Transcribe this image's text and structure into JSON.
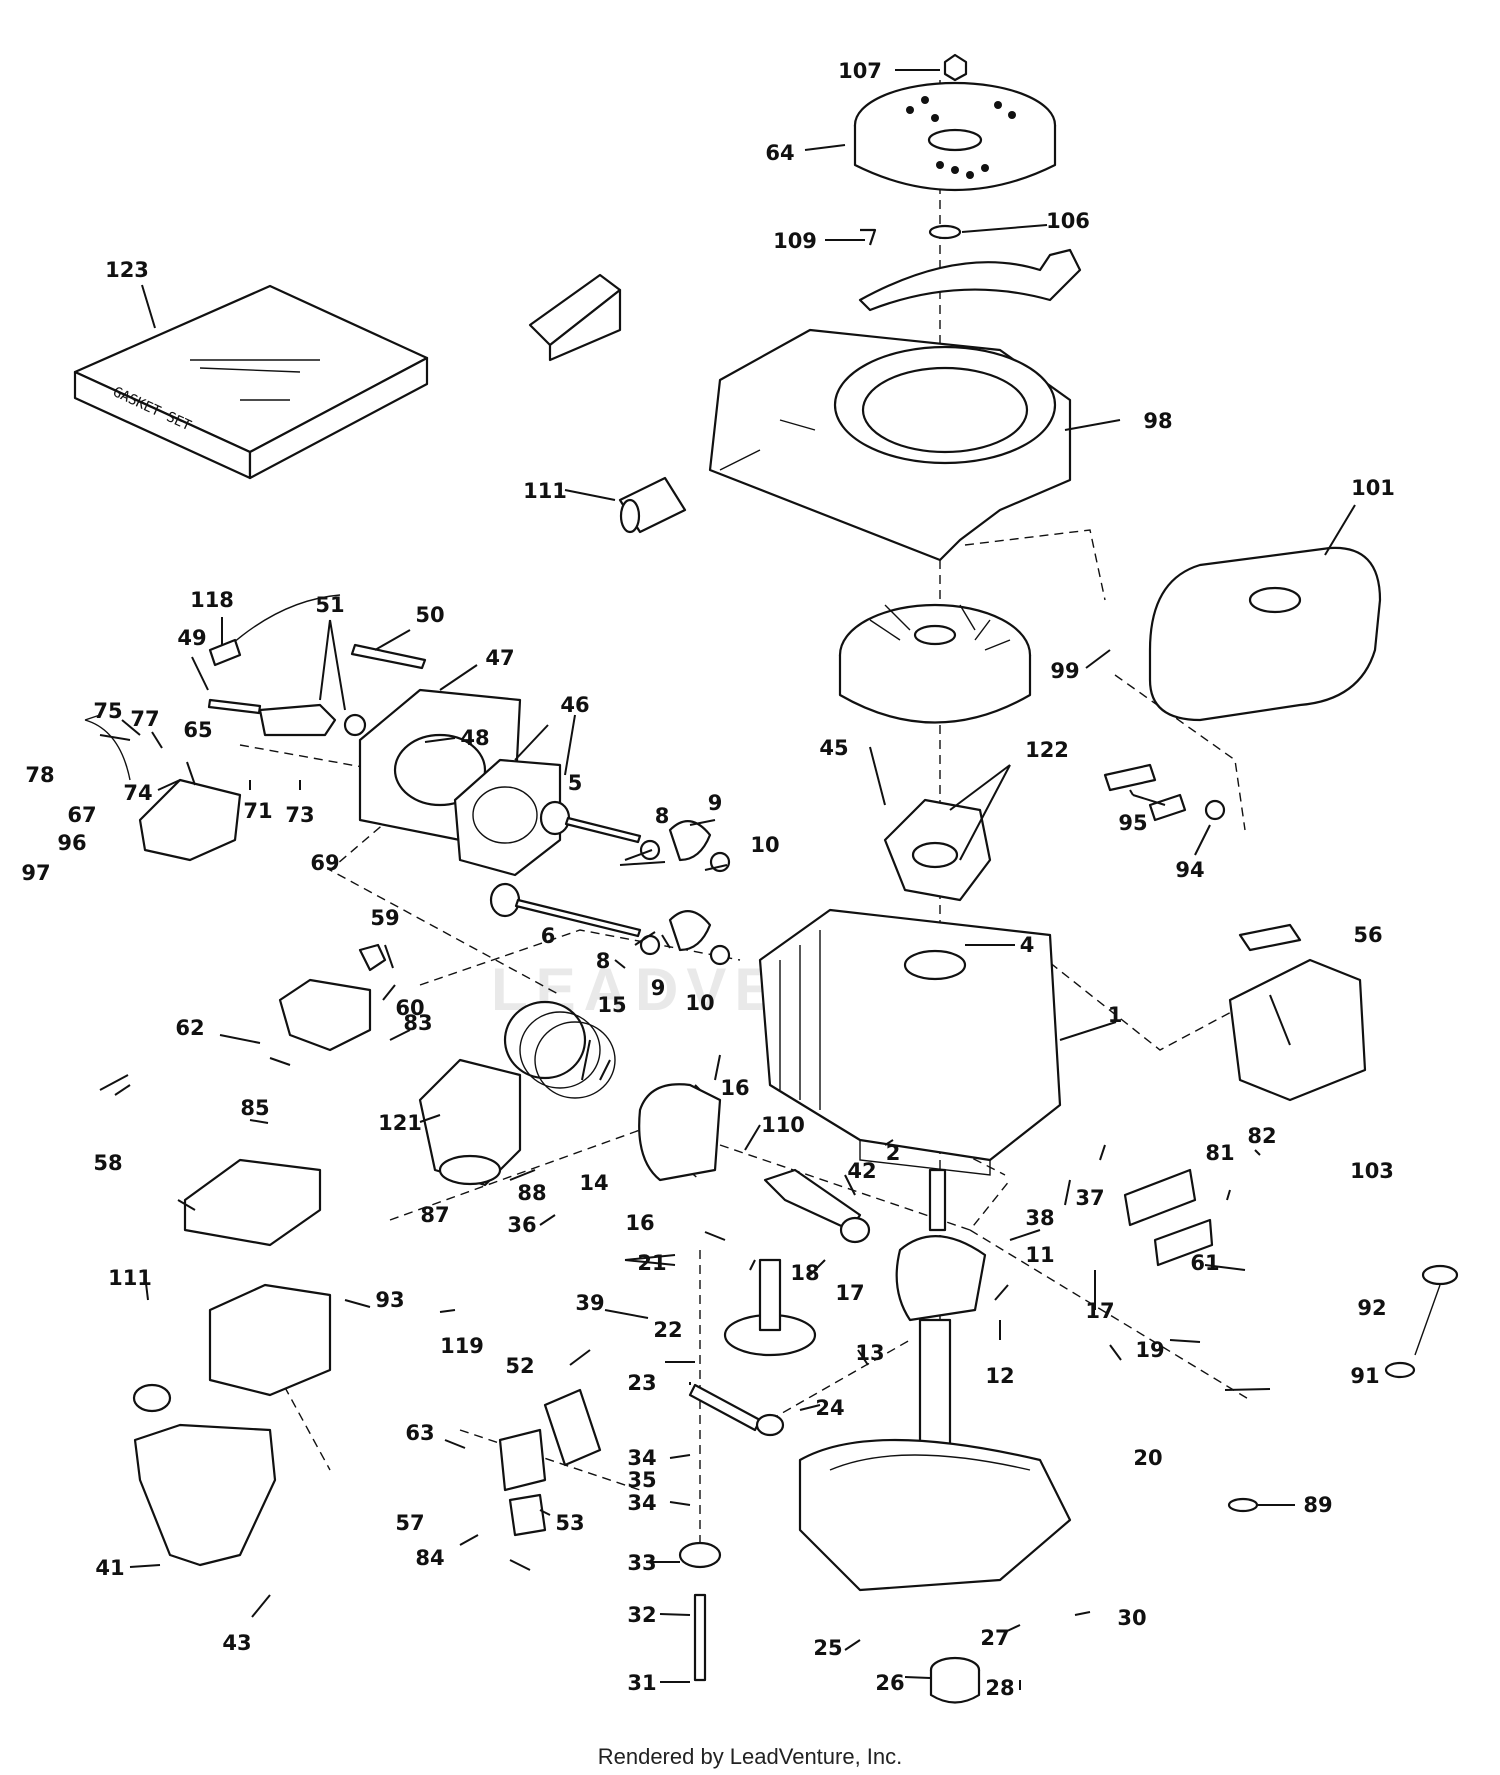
{
  "diagram": {
    "box_label": "GASKET SET",
    "watermark": "LEADVENTURE",
    "footer": "Rendered by LeadVenture, Inc.",
    "callouts": [
      "1",
      "2",
      "4",
      "5",
      "6",
      "8",
      "8",
      "9",
      "9",
      "10",
      "10",
      "11",
      "12",
      "13",
      "14",
      "15",
      "16",
      "16",
      "17",
      "17",
      "18",
      "19",
      "20",
      "21",
      "22",
      "23",
      "24",
      "25",
      "26",
      "27",
      "28",
      "30",
      "31",
      "32",
      "33",
      "34",
      "34",
      "35",
      "36",
      "37",
      "38",
      "39",
      "41",
      "42",
      "43",
      "45",
      "46",
      "47",
      "48",
      "49",
      "50",
      "51",
      "52",
      "53",
      "56",
      "57",
      "58",
      "59",
      "60",
      "61",
      "62",
      "63",
      "64",
      "65",
      "67",
      "69",
      "71",
      "73",
      "74",
      "75",
      "77",
      "78",
      "81",
      "82",
      "83",
      "84",
      "85",
      "87",
      "88",
      "89",
      "91",
      "92",
      "93",
      "94",
      "95",
      "96",
      "97",
      "98",
      "99",
      "101",
      "103",
      "106",
      "107",
      "109",
      "110",
      "111",
      "111",
      "118",
      "119",
      "121",
      "122",
      "123"
    ]
  }
}
